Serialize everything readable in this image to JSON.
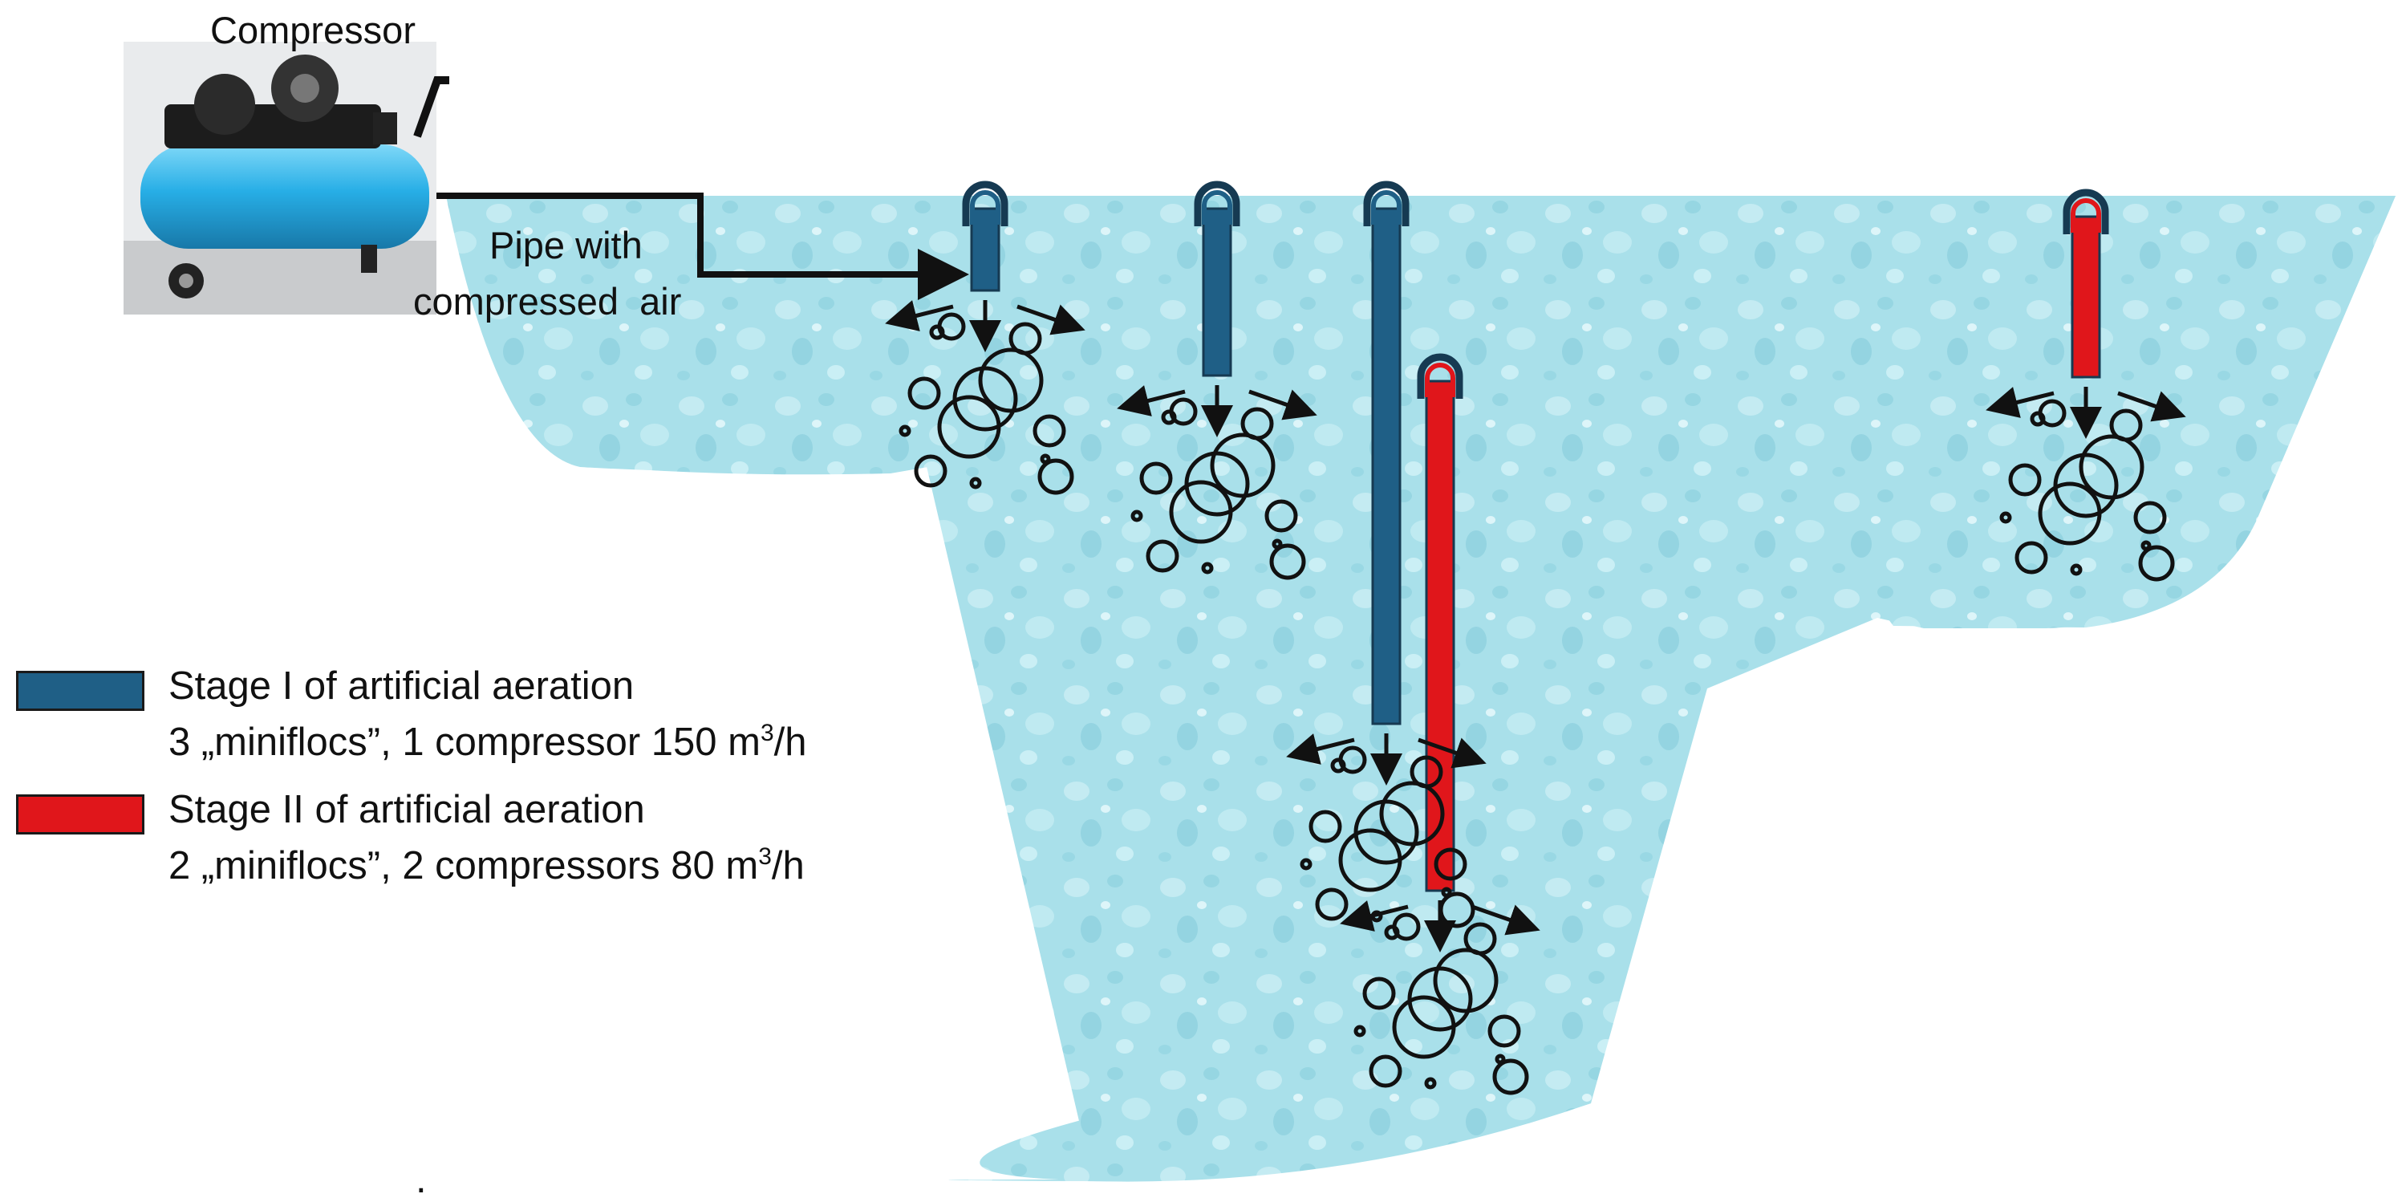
{
  "labels": {
    "compressor": "Compressor",
    "pipe_line1": "Pipe with",
    "pipe_line2": "compressed  air",
    "footnote_mark": "."
  },
  "legend": [
    {
      "line1": "Stage I of artificial aeration",
      "line2_prefix": "3 „miniflocs”, 1 compressor 150 m",
      "line2_sup": "3",
      "line2_suffix": "/h",
      "color": "#1f5f86"
    },
    {
      "line1": "Stage II of artificial aeration",
      "line2_prefix": "2 „miniflocs”, 2 compressors 80 m",
      "line2_sup": "3",
      "line2_suffix": "/h",
      "color": "#e0161b"
    }
  ],
  "colors": {
    "water": "#aee3ec",
    "water_dark": "#7fcbd9",
    "stage1_pipe": "#1f5f86",
    "stage2_pipe": "#e0161b",
    "compressor_tank": "#2bb0e6",
    "outline": "#111111"
  },
  "icons": [
    "compressor-photo",
    "aerator-pipe",
    "air-bubble",
    "flow-arrow"
  ]
}
